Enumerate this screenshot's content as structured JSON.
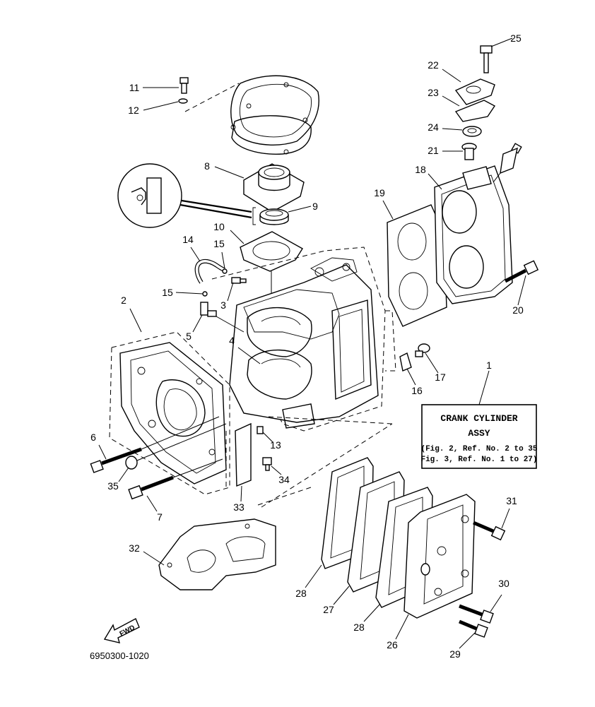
{
  "figure": {
    "ref_code": "6950300-1020",
    "fwd_label": "FWD"
  },
  "note_box": {
    "title_line1": "CRANK CYLINDER",
    "title_line2": "ASSY",
    "ref_line1": "(Fig. 2, Ref. No. 2 to 35",
    "ref_line2": "Fig. 3, Ref. No. 1 to 27)",
    "ref_label": "1"
  },
  "callouts": [
    {
      "id": "c2",
      "text": "2"
    },
    {
      "id": "c3",
      "text": "3"
    },
    {
      "id": "c4",
      "text": "4"
    },
    {
      "id": "c5",
      "text": "5"
    },
    {
      "id": "c6",
      "text": "6"
    },
    {
      "id": "c7",
      "text": "7"
    },
    {
      "id": "c8",
      "text": "8"
    },
    {
      "id": "c9",
      "text": "9"
    },
    {
      "id": "c10",
      "text": "10"
    },
    {
      "id": "c11",
      "text": "11"
    },
    {
      "id": "c12",
      "text": "12"
    },
    {
      "id": "c13",
      "text": "13"
    },
    {
      "id": "c14",
      "text": "14"
    },
    {
      "id": "c15a",
      "text": "15"
    },
    {
      "id": "c15b",
      "text": "15"
    },
    {
      "id": "c16",
      "text": "16"
    },
    {
      "id": "c17",
      "text": "17"
    },
    {
      "id": "c18",
      "text": "18"
    },
    {
      "id": "c19",
      "text": "19"
    },
    {
      "id": "c20",
      "text": "20"
    },
    {
      "id": "c21",
      "text": "21"
    },
    {
      "id": "c22",
      "text": "22"
    },
    {
      "id": "c23",
      "text": "23"
    },
    {
      "id": "c24",
      "text": "24"
    },
    {
      "id": "c25",
      "text": "25"
    },
    {
      "id": "c26",
      "text": "26"
    },
    {
      "id": "c27",
      "text": "27"
    },
    {
      "id": "c28a",
      "text": "28"
    },
    {
      "id": "c28b",
      "text": "28"
    },
    {
      "id": "c29",
      "text": "29"
    },
    {
      "id": "c30",
      "text": "30"
    },
    {
      "id": "c31",
      "text": "31"
    },
    {
      "id": "c32",
      "text": "32"
    },
    {
      "id": "c33",
      "text": "33"
    },
    {
      "id": "c34",
      "text": "34"
    },
    {
      "id": "c35",
      "text": "35"
    }
  ]
}
